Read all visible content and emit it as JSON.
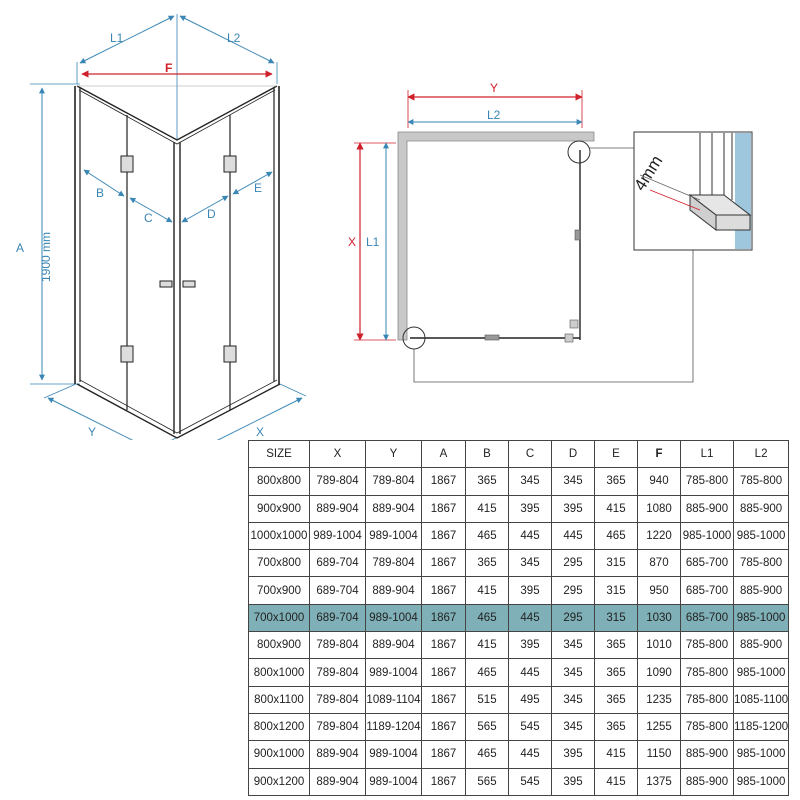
{
  "labels": {
    "L1": "L1",
    "L2": "L2",
    "F": "F",
    "A": "A",
    "H": "1900 mm",
    "B": "B",
    "C": "C",
    "D": "D",
    "E": "E",
    "X": "X",
    "Y": "Y",
    "thickness": "4mm"
  },
  "colors": {
    "blue": "#3a86b4",
    "red": "#d0202c",
    "line": "#222222",
    "highlight": "#7fb0b7"
  },
  "table": {
    "headers": [
      "SIZE",
      "X",
      "Y",
      "A",
      "B",
      "C",
      "D",
      "E",
      "F",
      "L1",
      "L2"
    ],
    "highlight_row": 5,
    "rows": [
      [
        "800x800",
        "789-804",
        "789-804",
        "1867",
        "365",
        "345",
        "345",
        "365",
        "940",
        "785-800",
        "785-800"
      ],
      [
        "900x900",
        "889-904",
        "889-904",
        "1867",
        "415",
        "395",
        "395",
        "415",
        "1080",
        "885-900",
        "885-900"
      ],
      [
        "1000x1000",
        "989-1004",
        "989-1004",
        "1867",
        "465",
        "445",
        "445",
        "465",
        "1220",
        "985-1000",
        "985-1000"
      ],
      [
        "700x800",
        "689-704",
        "789-804",
        "1867",
        "365",
        "345",
        "295",
        "315",
        "870",
        "685-700",
        "785-800"
      ],
      [
        "700x900",
        "689-704",
        "889-904",
        "1867",
        "415",
        "395",
        "295",
        "315",
        "950",
        "685-700",
        "885-900"
      ],
      [
        "700x1000",
        "689-704",
        "989-1004",
        "1867",
        "465",
        "445",
        "295",
        "315",
        "1030",
        "685-700",
        "985-1000"
      ],
      [
        "800x900",
        "789-804",
        "889-904",
        "1867",
        "415",
        "395",
        "345",
        "365",
        "1010",
        "785-800",
        "885-900"
      ],
      [
        "800x1000",
        "789-804",
        "989-1004",
        "1867",
        "465",
        "445",
        "345",
        "365",
        "1090",
        "785-800",
        "985-1000"
      ],
      [
        "800x1100",
        "789-804",
        "1089-1104",
        "1867",
        "515",
        "495",
        "345",
        "365",
        "1235",
        "785-800",
        "1085-1100"
      ],
      [
        "800x1200",
        "789-804",
        "1189-1204",
        "1867",
        "565",
        "545",
        "345",
        "365",
        "1255",
        "785-800",
        "1185-1200"
      ],
      [
        "900x1000",
        "889-904",
        "989-1004",
        "1867",
        "465",
        "445",
        "395",
        "415",
        "1150",
        "885-900",
        "985-1000"
      ],
      [
        "900x1200",
        "889-904",
        "989-1004",
        "1867",
        "565",
        "545",
        "395",
        "415",
        "1375",
        "885-900",
        "985-1000"
      ]
    ]
  }
}
